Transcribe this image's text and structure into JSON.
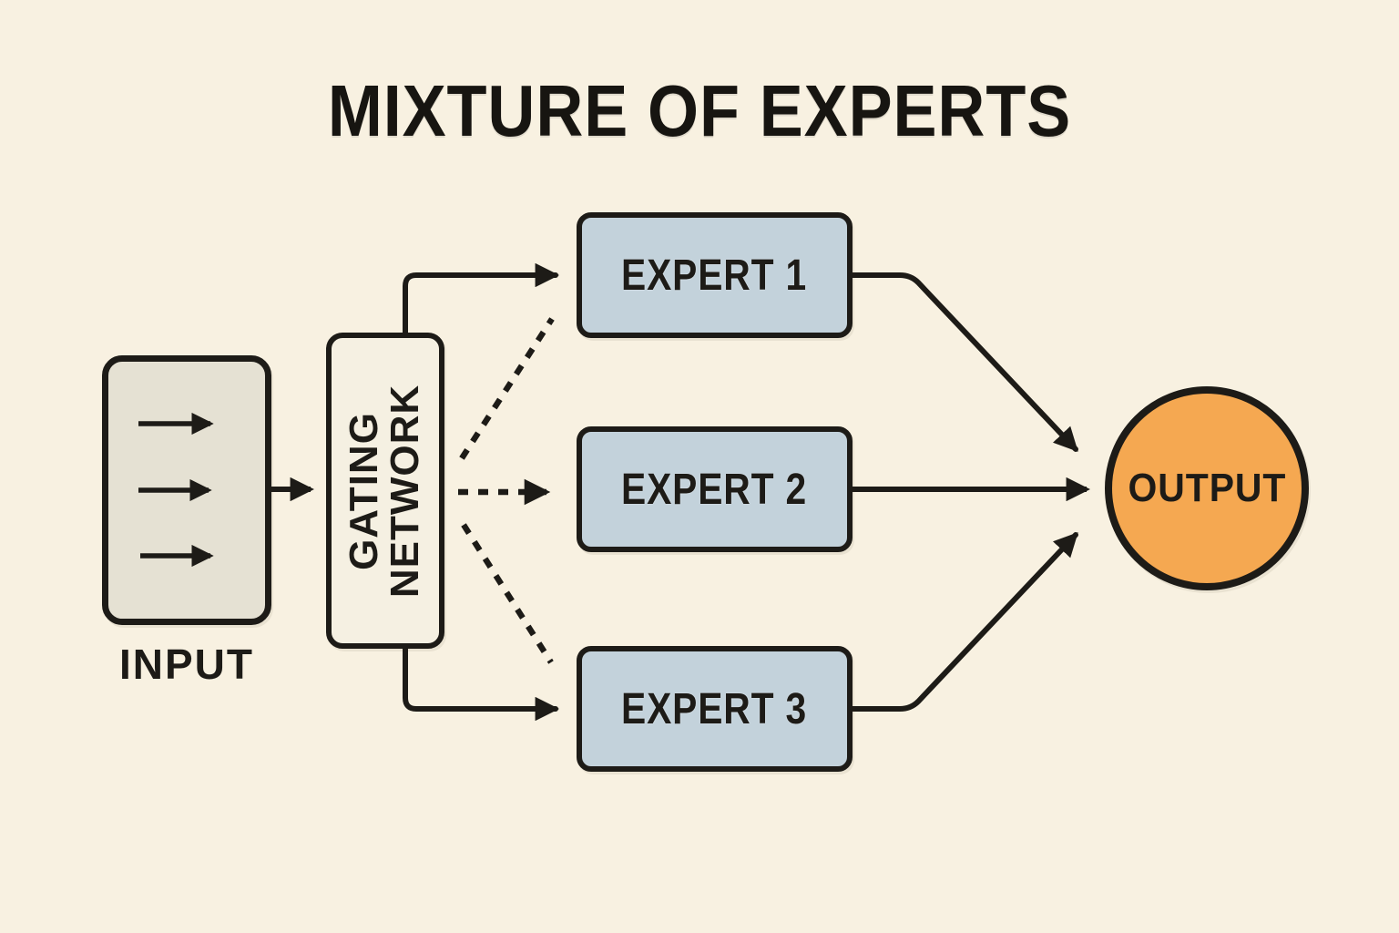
{
  "title": "MIXTURE OF EXPERTS",
  "nodes": {
    "input": {
      "label": "INPUT"
    },
    "gating": {
      "line1": "GATING",
      "line2": "NETWORK"
    },
    "experts": [
      {
        "label": "EXPERT 1"
      },
      {
        "label": "EXPERT 2"
      },
      {
        "label": "EXPERT 3"
      }
    ],
    "output": {
      "label": "OUTPUT"
    }
  },
  "edges": [
    {
      "from": "input",
      "to": "gating",
      "style": "solid",
      "arrowhead": true
    },
    {
      "from": "gating",
      "to": "expert-1",
      "style": "solid",
      "arrowhead": true,
      "route": "up-then-right"
    },
    {
      "from": "gating",
      "to": "expert-1",
      "style": "dashed",
      "arrowhead": false,
      "route": "diagonal-up"
    },
    {
      "from": "gating",
      "to": "expert-2",
      "style": "dashed",
      "arrowhead": true,
      "route": "straight"
    },
    {
      "from": "gating",
      "to": "expert-3",
      "style": "dashed",
      "arrowhead": false,
      "route": "diagonal-down"
    },
    {
      "from": "gating",
      "to": "expert-3",
      "style": "solid",
      "arrowhead": true,
      "route": "down-then-right"
    },
    {
      "from": "expert-1",
      "to": "output",
      "style": "solid",
      "arrowhead": true,
      "route": "right-then-diagonal-down"
    },
    {
      "from": "expert-2",
      "to": "output",
      "style": "solid",
      "arrowhead": true,
      "route": "straight"
    },
    {
      "from": "expert-3",
      "to": "output",
      "style": "solid",
      "arrowhead": true,
      "route": "right-then-diagonal-up"
    }
  ],
  "colors": {
    "background": "#f8f1e1",
    "line": "#1d1b17",
    "input_fill": "#e5e1d3",
    "gating_fill": "#f5f0e2",
    "expert_fill": "#c3d2db",
    "output_fill": "#f5a851",
    "text": "#171511"
  }
}
